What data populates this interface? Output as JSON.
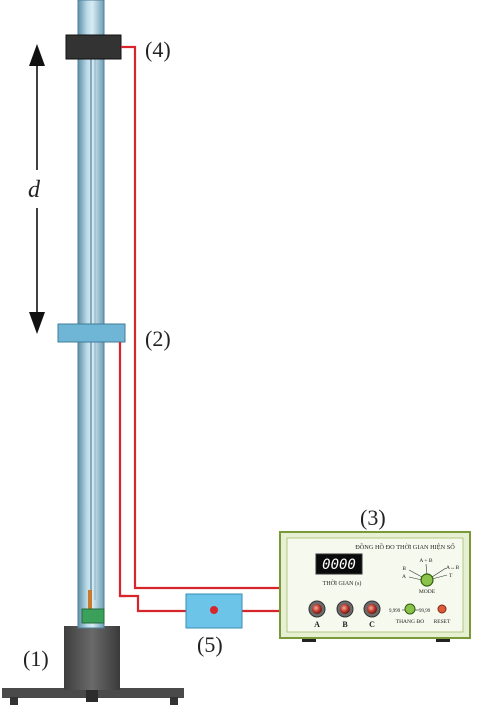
{
  "labels": {
    "base": "(1)",
    "gate_lower": "(2)",
    "timer": "(3)",
    "gate_upper": "(4)",
    "switch_box": "(5)",
    "distance": "d"
  },
  "timer_panel": {
    "title": "ĐỒNG HỒ ĐO THỜI GIAN HIỆN SỐ",
    "display_value": "0000",
    "display_label": "THỜI GIAN (s)",
    "mode_label": "MODE",
    "mode_options": [
      "B",
      "A",
      "A + B",
      "A↔B",
      "T"
    ],
    "socket_labels": [
      "A",
      "B",
      "C"
    ],
    "range_low": "9,999",
    "range_high": "99,99",
    "range_label": "THANG ĐO",
    "reset_label": "RESET"
  },
  "colors": {
    "tube": "#9fc8dc",
    "tube_edge": "#5c8ea6",
    "upper_gate": "#333333",
    "lower_gate": "#6fb5d6",
    "wire": "#d7262b",
    "timer_body": "#e7f0d2",
    "timer_border": "#7a9a3a",
    "switch_box": "#6cc5e8",
    "stand": "#555555",
    "magnet": "#3aa05a"
  }
}
